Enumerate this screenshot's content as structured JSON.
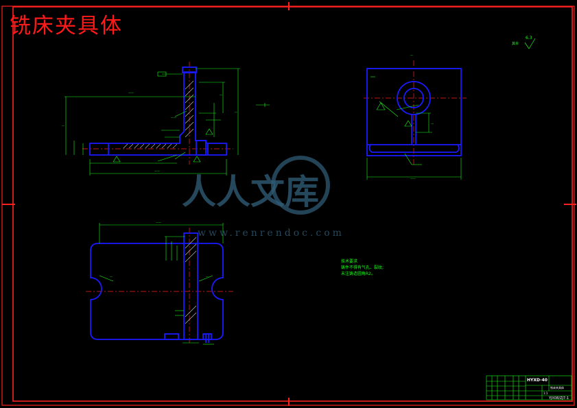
{
  "overlay_title": "铣床夹具体",
  "watermark": {
    "brand": "人人文库",
    "site": "www.renrendoc.com"
  },
  "tech_notes": {
    "heading": "技术要求",
    "line1": "铸件不得有气孔、裂纹;",
    "line2": "未注铸造圆角R2。"
  },
  "roughness": {
    "value": "6.3",
    "label": "其余"
  },
  "title_block": {
    "drawing_code": "HYXD-40",
    "part_name": "铣床夹具体",
    "drawing_no": "YJX08/ZJ7-1",
    "scale": "1:1"
  },
  "colors": {
    "background": "#000000",
    "border": "#ff0000",
    "outline": "#0000ff",
    "dimension": "#00ff00",
    "center_line": "#ff0000",
    "watermark": "#2f5a74"
  }
}
